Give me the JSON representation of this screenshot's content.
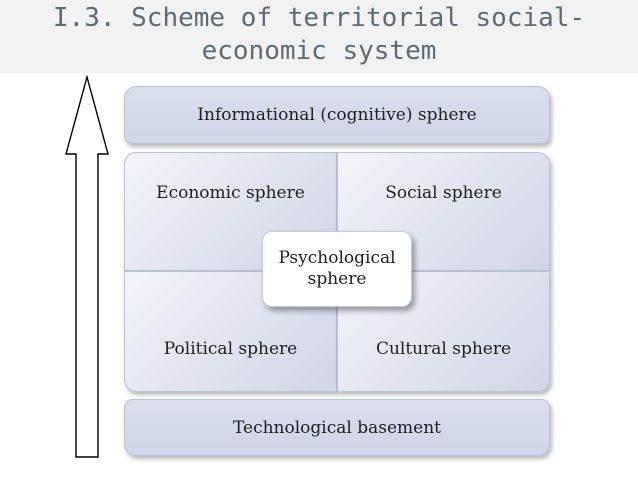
{
  "slide": {
    "title": "I.3. Scheme of territorial social-economic system"
  },
  "diagram": {
    "top_band": "Informational (cognitive) sphere",
    "quadrants": {
      "top_left": "Economic sphere",
      "top_right": "Social sphere",
      "bottom_left": "Political sphere",
      "bottom_right": "Cultural sphere"
    },
    "center": "Psychological sphere",
    "bottom_band": "Technological basement",
    "arrow_direction": "up",
    "colors": {
      "band_fill": "#d3d8e9",
      "quadrant_fill_light": "#f3f4fa",
      "quadrant_fill_dark": "#d0d5e6",
      "title_text": "#5f6b73",
      "title_bar": "#f2f2f2"
    }
  }
}
